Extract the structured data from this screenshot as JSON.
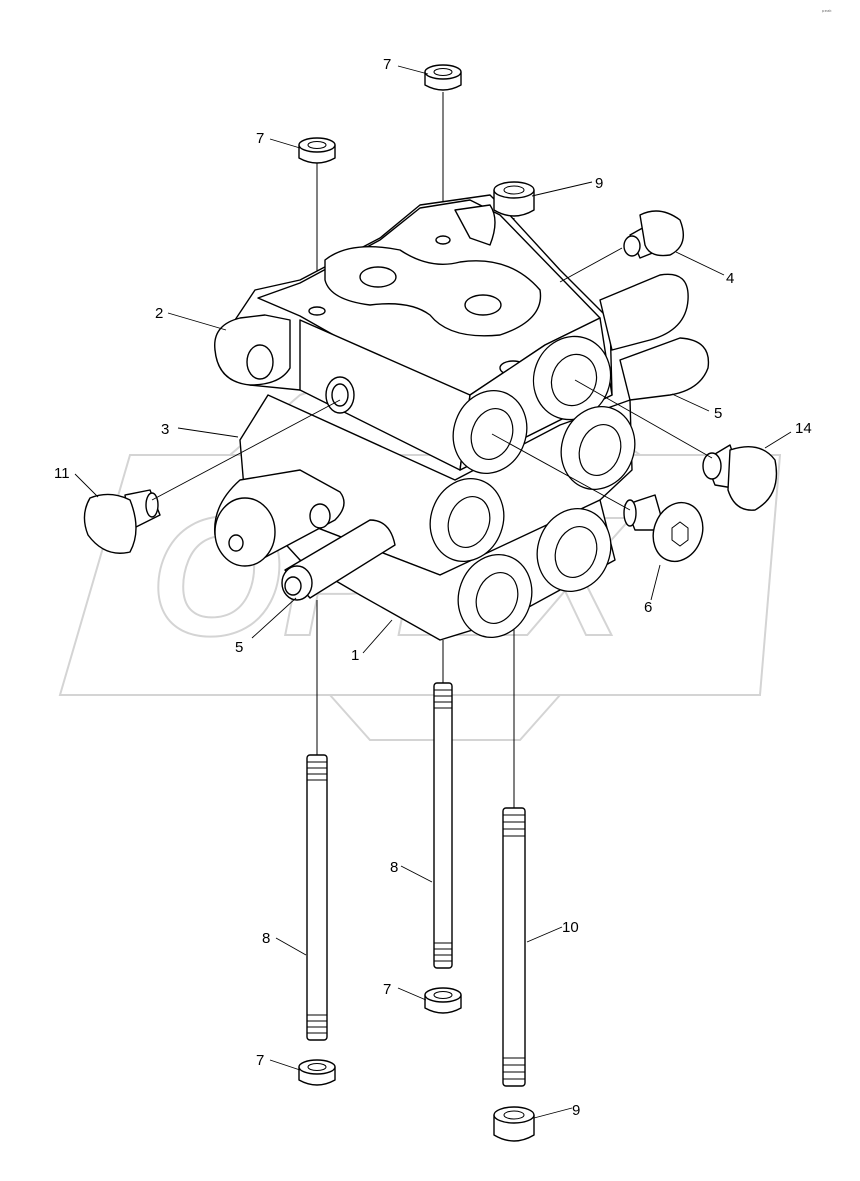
{
  "corner_mark": "ᵖᵉᵃᵏ",
  "callouts": [
    {
      "id": "label-7-top",
      "text": "7"
    },
    {
      "id": "label-7-left",
      "text": "7"
    },
    {
      "id": "label-9-top",
      "text": "9"
    },
    {
      "id": "label-4",
      "text": "4"
    },
    {
      "id": "label-2",
      "text": "2"
    },
    {
      "id": "label-5-right",
      "text": "5"
    },
    {
      "id": "label-3",
      "text": "3"
    },
    {
      "id": "label-14",
      "text": "14"
    },
    {
      "id": "label-11",
      "text": "11"
    },
    {
      "id": "label-6",
      "text": "6"
    },
    {
      "id": "label-5-left",
      "text": "5"
    },
    {
      "id": "label-1",
      "text": "1"
    },
    {
      "id": "label-8-mid",
      "text": "8"
    },
    {
      "id": "label-10",
      "text": "10"
    },
    {
      "id": "label-8-left",
      "text": "8"
    },
    {
      "id": "label-7-mid",
      "text": "7"
    },
    {
      "id": "label-7-bottom",
      "text": "7"
    },
    {
      "id": "label-9-bottom",
      "text": "9"
    }
  ],
  "watermark_text": "OPEX"
}
